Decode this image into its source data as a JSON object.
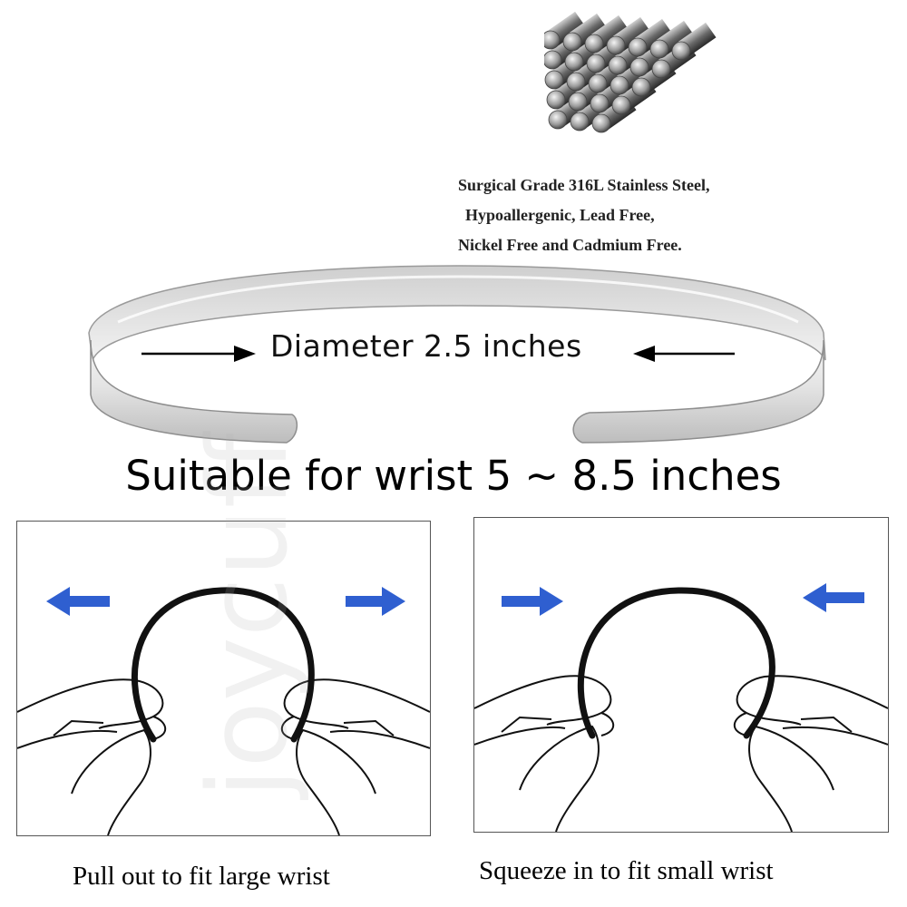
{
  "material": {
    "line1": "Surgical Grade 316L Stainless Steel,",
    "line2": "Hypoallergenic, Lead Free,",
    "line3": "Nickel Free and Cadmium Free."
  },
  "bangle": {
    "diameter_label": "Diameter 2.5 inches"
  },
  "headline": "Suitable for wrist 5 ~ 8.5 inches",
  "panels": {
    "left_caption": "Pull out to fit large wrist",
    "right_caption": "Squeeze in to fit small wrist"
  },
  "watermark": "joycuff",
  "colors": {
    "arrow_blue": "#2f5fd0",
    "outline": "#111111"
  }
}
